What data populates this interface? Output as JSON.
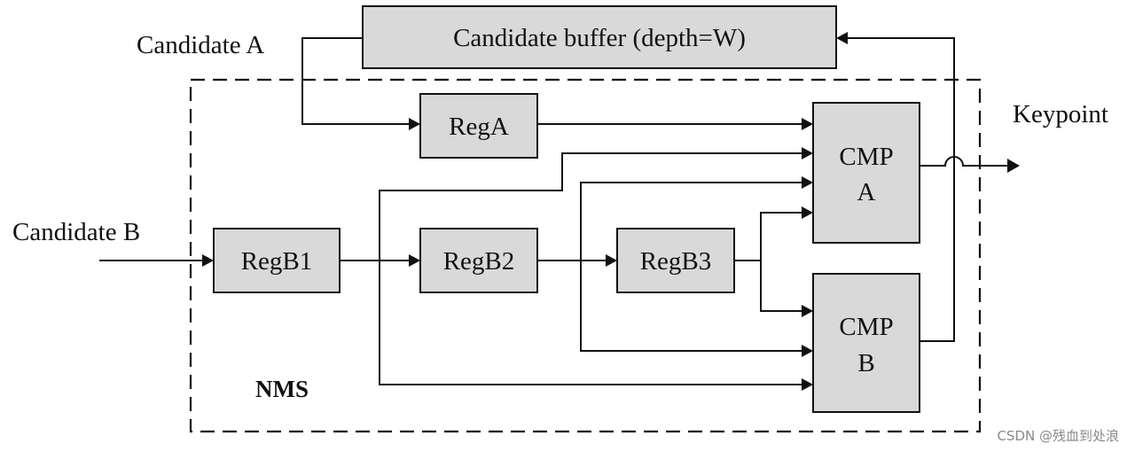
{
  "diagram": {
    "inputs": {
      "candidate_a": "Candidate A",
      "candidate_b": "Candidate B"
    },
    "output": {
      "keypoint": "Keypoint"
    },
    "group": {
      "nms": "NMS"
    },
    "blocks": {
      "buffer": "Candidate buffer (depth=W)",
      "reg_a": "RegA",
      "reg_b1": "RegB1",
      "reg_b2": "RegB2",
      "reg_b3": "RegB3",
      "cmp_a": [
        "CMP",
        "A"
      ],
      "cmp_b": [
        "CMP",
        "B"
      ]
    },
    "watermark": "CSDN @残血到处浪",
    "colors": {
      "block_fill": "#d9d9d9",
      "line": "#111111",
      "watermark": "#8a8a8a"
    }
  }
}
